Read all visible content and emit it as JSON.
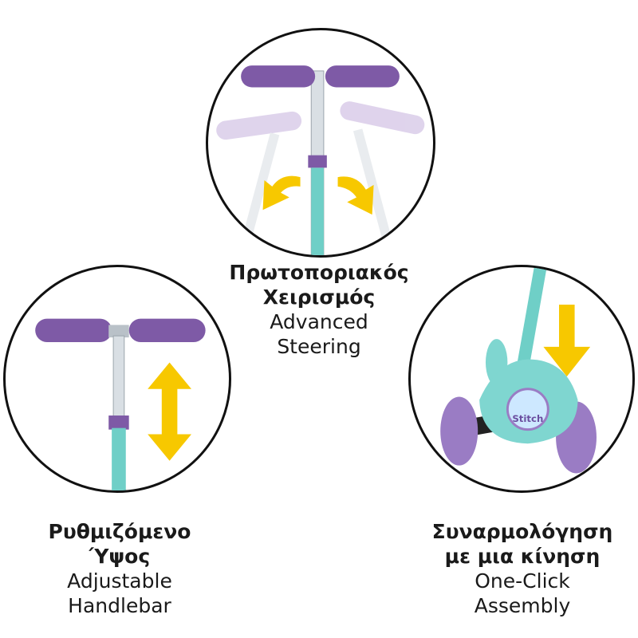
{
  "features": {
    "steering": {
      "title_gr_line1": "Πρωτοποριακός",
      "title_gr_line2": "Χειρισμός",
      "title_en_line1": "Advanced",
      "title_en_line2": "Steering"
    },
    "height": {
      "title_gr_line1": "Ρυθμιζόμενο",
      "title_gr_line2": "Ύψος",
      "title_en_line1": "Adjustable",
      "title_en_line2": "Handlebar"
    },
    "assembly": {
      "title_gr_line1": "Συναρμολόγηση",
      "title_gr_line2": "με μια κίνηση",
      "title_en_line1": "One-Click",
      "title_en_line2": "Assembly"
    }
  },
  "badge_text": "Stitch",
  "colors": {
    "grip_purple": "#7e5aa6",
    "grip_light": "#c9b6de",
    "stem_teal": "#6fcfc7",
    "deck_teal": "#7fd6d0",
    "wheel_purple": "#9a7cc4",
    "arrow_yellow": "#f7c800",
    "outline": "#111111"
  }
}
